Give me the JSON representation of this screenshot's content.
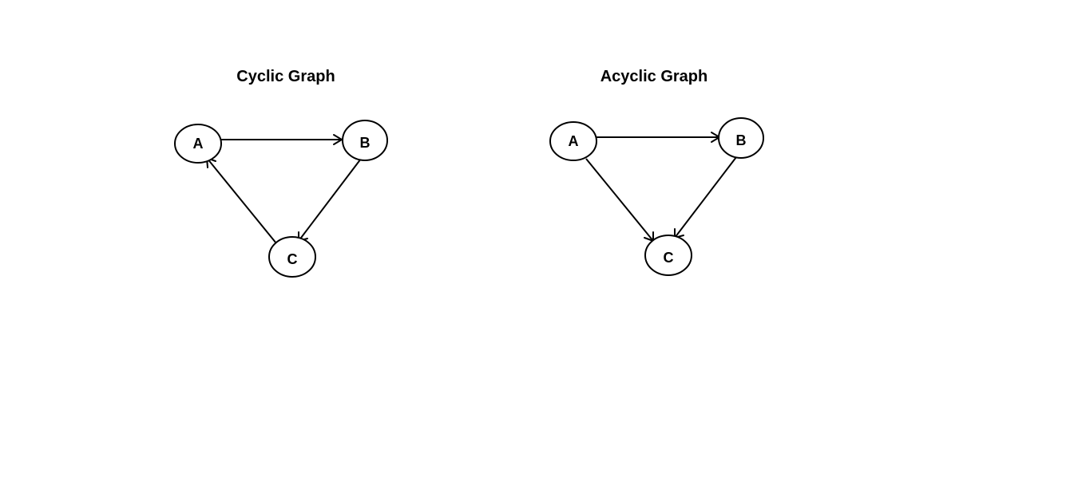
{
  "colors": {
    "background": "#ffffff",
    "stroke": "#000000",
    "text": "#000000"
  },
  "graphs": [
    {
      "id": "cyclic",
      "title": "Cyclic Graph",
      "nodes": [
        "A",
        "B",
        "C"
      ],
      "edges": [
        {
          "from": "A",
          "to": "B"
        },
        {
          "from": "B",
          "to": "C"
        },
        {
          "from": "C",
          "to": "A"
        }
      ]
    },
    {
      "id": "acyclic",
      "title": "Acyclic Graph",
      "nodes": [
        "A",
        "B",
        "C"
      ],
      "edges": [
        {
          "from": "A",
          "to": "B"
        },
        {
          "from": "A",
          "to": "C"
        },
        {
          "from": "B",
          "to": "C"
        }
      ]
    }
  ]
}
